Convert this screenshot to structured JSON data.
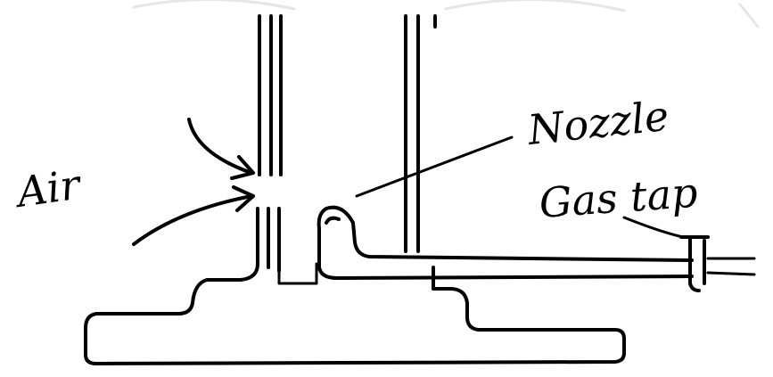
{
  "labels": {
    "air": "Air",
    "nozzle": "Nozzle",
    "gas_tap": "Gas tap"
  }
}
